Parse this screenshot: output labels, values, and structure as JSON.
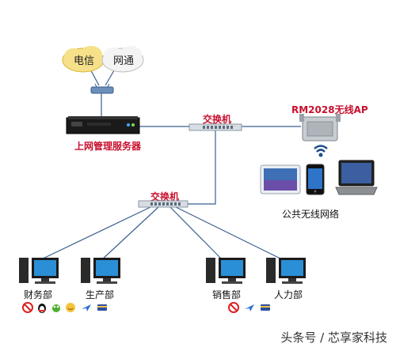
{
  "internet": {
    "isp1": "电信",
    "isp2": "网通"
  },
  "server": {
    "label": "上网管理服务器"
  },
  "switches": {
    "main": "交换机",
    "sub": "交换机"
  },
  "ap": {
    "label": "RM2028无线AP"
  },
  "wireless": {
    "label": "公共无线网络"
  },
  "departments": [
    {
      "label": "财务部"
    },
    {
      "label": "生产部"
    },
    {
      "label": "销售部"
    },
    {
      "label": "人力部"
    }
  ],
  "watermark": "头条号 / 芯享家科技",
  "colors": {
    "line": "#3a5f8f",
    "label_red": "#c8102e",
    "cloud_yellow": "#f6e08a",
    "server_dark": "#1a1a1a"
  },
  "icons": [
    "forbidden-icon",
    "qq-penguin-icon",
    "game-frog-icon",
    "smiley-icon",
    "plane-icon",
    "card-icon"
  ]
}
